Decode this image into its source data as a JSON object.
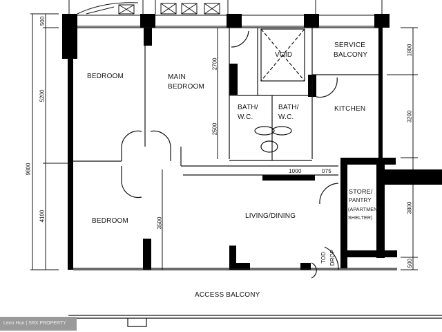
{
  "rooms": {
    "bedroom_top": "BEDROOM",
    "main_bedroom_1": "MAIN",
    "main_bedroom_2": "BEDROOM",
    "void": "VOID",
    "service_balcony_1": "SERVICE",
    "service_balcony_2": "BALCONY",
    "bath1_1": "BATH/",
    "bath1_2": "W.C.",
    "bath2_1": "BATH/",
    "bath2_2": "W.C.",
    "kitchen": "KITCHEN",
    "bedroom_bottom": "BEDROOM",
    "living_dining": "LIVING/DINING",
    "store_1": "STORE/",
    "store_2": "PANTRY",
    "store_3": "(APARTMENT",
    "store_4": "SHELTER)",
    "refuse": "DROP",
    "refuse_top": "TOD",
    "access_balcony": "ACCESS BALCONY"
  },
  "dimensions": {
    "left_total": "9800",
    "left_top": "500",
    "left_mid": "5200",
    "left_bottom": "4100",
    "inner_2700": "2700",
    "inner_2500": "2500",
    "inner_3500": "3500",
    "right_1800": "1800",
    "right_3200": "3200",
    "right_3800": "3800",
    "right_500": "500",
    "horiz_1000": "1000",
    "horiz_075": "075"
  },
  "watermark": "Leon Hon | SRX PROPERTY"
}
